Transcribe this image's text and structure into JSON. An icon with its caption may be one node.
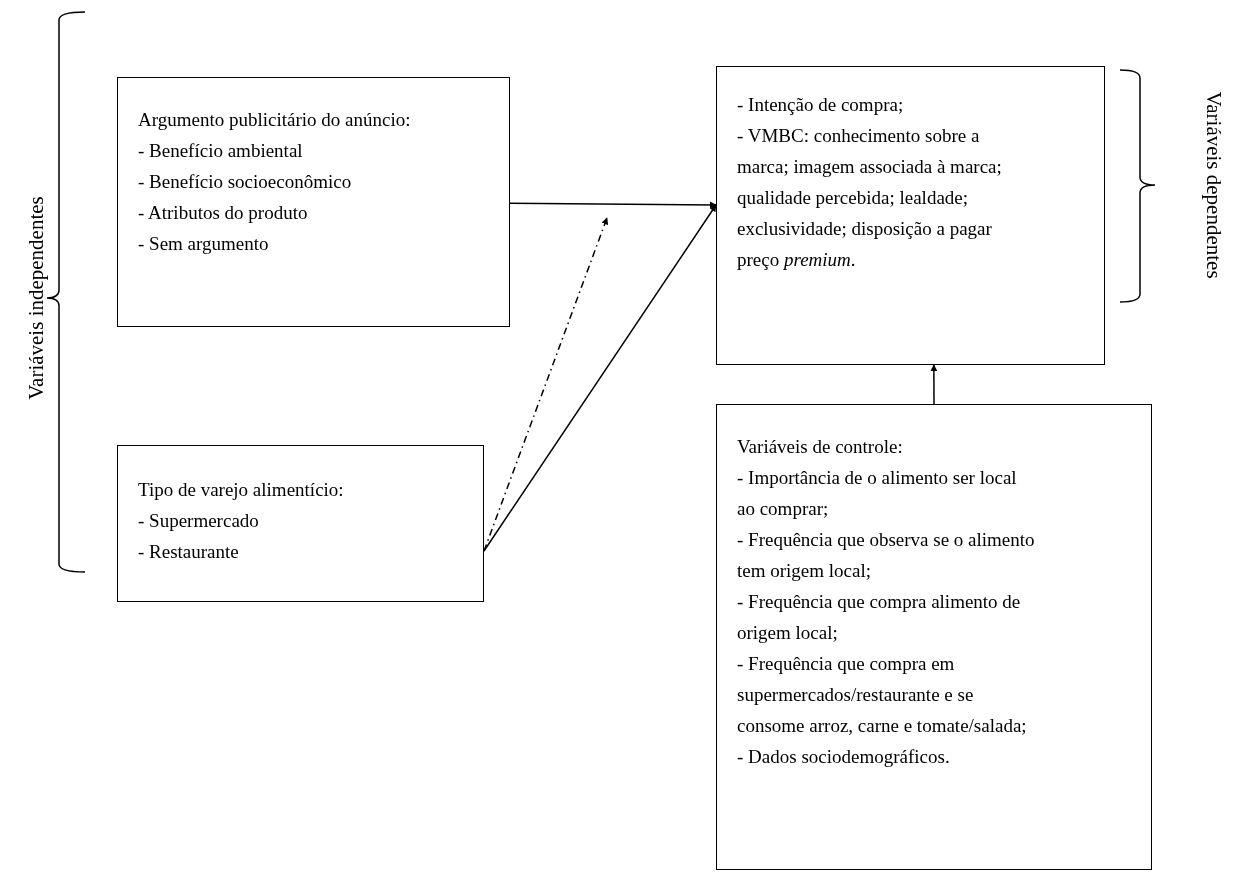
{
  "diagram": {
    "nodes": [
      {
        "text": [
          "Argumento publicitário do anúncio:",
          "- Benefício ambiental",
          "- Benefício socioeconômico",
          "- Atributos do produto",
          "- Sem argumento"
        ]
      },
      {
        "text": [
          "Tipo de varejo alimentício:",
          "- Supermercado",
          "- Restaurante"
        ]
      },
      {
        "text": [
          "- Intenção de compra;",
          "- VMBC: conhecimento sobre a marca; imagem associada à marca; qualidade percebida; lealdade; exclusividade; disposição a pagar preço *premium*."
        ]
      },
      {
        "text": [
          "Variáveis de controle:",
          "- Importância de o alimento ser local ao comprar;",
          "- Frequência que observa se o alimento tem origem local;",
          "- Frequência que compra alimento de origem local;",
          "- Frequência que compra em supermercados/restaurante e se consome arroz, carne e tomate/salada;",
          "- Dados sociodemográficos."
        ]
      }
    ],
    "edges": [
      {
        "from": 0,
        "to": 2,
        "arrow": "to"
      },
      {
        "from": 1,
        "to": 2,
        "arrow": "to"
      },
      {
        "from": 1,
        "to": null,
        "arrow": "to",
        "style": "dashed"
      },
      {
        "from": 3,
        "to": 2,
        "arrow": "to"
      }
    ],
    "labels": [
      "Variáveis independentes",
      "Variáveis dependentes"
    ]
  }
}
